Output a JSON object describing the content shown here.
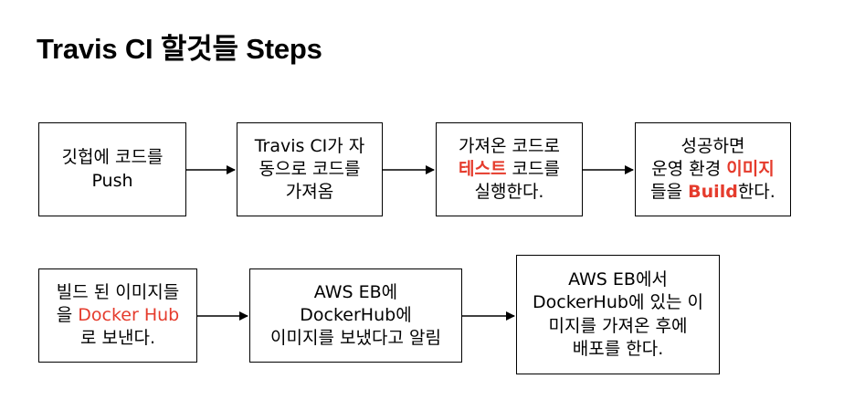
{
  "title": "Travis CI 할것들 Steps",
  "steps": [
    {
      "lines": [
        [
          {
            "text": "깃헙에 코드를"
          }
        ],
        [
          {
            "text": "Push"
          }
        ]
      ]
    },
    {
      "lines": [
        [
          {
            "text": "Travis CI가 자"
          }
        ],
        [
          {
            "text": "동으로 코드를"
          }
        ],
        [
          {
            "text": "가져옴"
          }
        ]
      ]
    },
    {
      "lines": [
        [
          {
            "text": "가져온 코드로"
          }
        ],
        [
          {
            "text": "테스트",
            "highlight": true,
            "bold": true
          },
          {
            "text": " 코드를"
          }
        ],
        [
          {
            "text": "실행한다."
          }
        ]
      ]
    },
    {
      "lines": [
        [
          {
            "text": "성공하면"
          }
        ],
        [
          {
            "text": "운영 환경 "
          },
          {
            "text": "이미지",
            "highlight": true,
            "bold": true
          }
        ],
        [
          {
            "text": "들을 "
          },
          {
            "text": "Build",
            "highlight": true,
            "bold": true
          },
          {
            "text": "한다."
          }
        ]
      ]
    },
    {
      "lines": [
        [
          {
            "text": "빌드 된 이미지들"
          }
        ],
        [
          {
            "text": "을 "
          },
          {
            "text": "Docker Hub",
            "highlight": true
          }
        ],
        [
          {
            "text": "로 보낸다."
          }
        ]
      ]
    },
    {
      "lines": [
        [
          {
            "text": "AWS EB에"
          }
        ],
        [
          {
            "text": "DockerHub에"
          }
        ],
        [
          {
            "text": "이미지를 보냈다고 알림"
          }
        ]
      ]
    },
    {
      "lines": [
        [
          {
            "text": "AWS EB에서"
          }
        ],
        [
          {
            "text": "DockerHub에 있는 이"
          }
        ],
        [
          {
            "text": "미지를 가져온 후에"
          }
        ],
        [
          {
            "text": "배포를 한다."
          }
        ]
      ]
    }
  ],
  "colors": {
    "highlight": "#e53b2c",
    "stroke": "#000000"
  }
}
